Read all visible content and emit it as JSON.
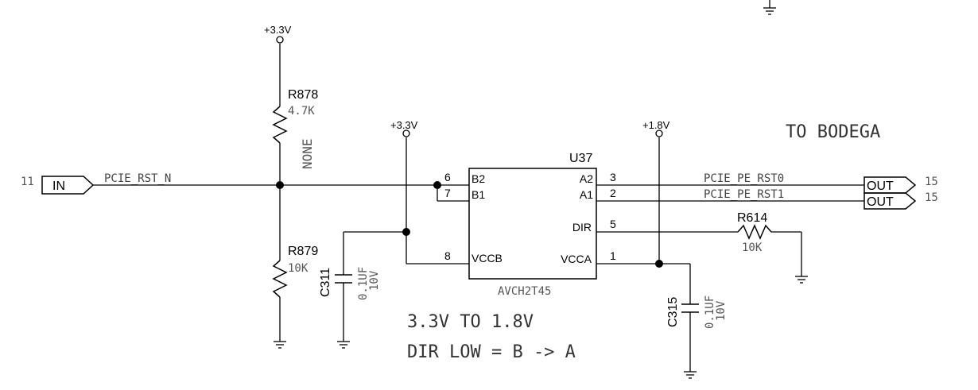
{
  "power": {
    "v33_a": "+3.3V",
    "v33_b": "+3.3V",
    "v18": "+1.8V"
  },
  "resistors": {
    "r878": {
      "ref": "R878",
      "value": "4.7K",
      "note": "NONE"
    },
    "r879": {
      "ref": "R879",
      "value": "10K"
    },
    "r614": {
      "ref": "R614",
      "value": "10K"
    }
  },
  "capacitors": {
    "c311": {
      "ref": "C311",
      "value": "0.1UF",
      "voltage": "10V"
    },
    "c315": {
      "ref": "C315",
      "value": "0.1UF",
      "voltage": "10V"
    }
  },
  "ic": {
    "ref": "U37",
    "part": "AVCH2T45",
    "pins": {
      "b2": {
        "name": "B2",
        "num": "6"
      },
      "b1": {
        "name": "B1",
        "num": "7"
      },
      "vccb": {
        "name": "VCCB",
        "num": "8"
      },
      "a2": {
        "name": "A2",
        "num": "3"
      },
      "a1": {
        "name": "A1",
        "num": "2"
      },
      "dir": {
        "name": "DIR",
        "num": "5"
      },
      "vcca": {
        "name": "VCCA",
        "num": "1"
      }
    }
  },
  "ports": {
    "in": {
      "label": "IN",
      "sheet": "11"
    },
    "out0": {
      "label": "OUT",
      "sheet": "15"
    },
    "out1": {
      "label": "OUT",
      "sheet": "15"
    }
  },
  "nets": {
    "pcie_rst_n": "PCIE_RST_N",
    "pcie_pe_rst0": "PCIE_PE_RST0",
    "pcie_pe_rst1": "PCIE_PE_RST1"
  },
  "notes": {
    "to_bodega": "TO BODEGA",
    "line1": "3.3V TO 1.8V",
    "line2": "DIR LOW = B -> A"
  }
}
